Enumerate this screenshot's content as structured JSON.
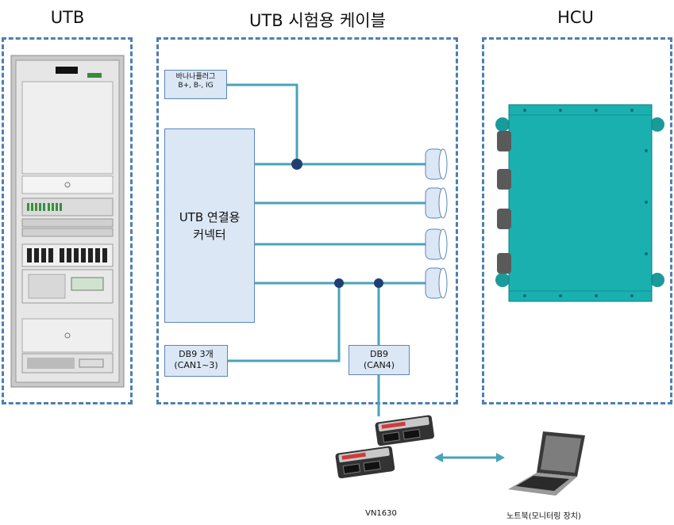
{
  "sections": {
    "utb": "UTB",
    "cable": "UTB 시험용 케이블",
    "hcu": "HCU"
  },
  "boxes": {
    "banana_line1": "바나나플러그",
    "banana_line2": "B+, B-, IG",
    "connector_line1": "UTB 연결용",
    "connector_line2": "커넥터",
    "db9x3_line1": "DB9 3개",
    "db9x3_line2": "(CAN1~3)",
    "db9_line1": "DB9",
    "db9_line2": "(CAN4)"
  },
  "captions": {
    "vn1630": "VN1630",
    "laptop": "노트북(모니터링 장치)"
  },
  "colors": {
    "dash": "#4f7fb0",
    "wire": "#4aa3b8",
    "node": "#1f3f73",
    "box_fill": "#dbe7f5",
    "hcu": "#1ab0b0"
  }
}
